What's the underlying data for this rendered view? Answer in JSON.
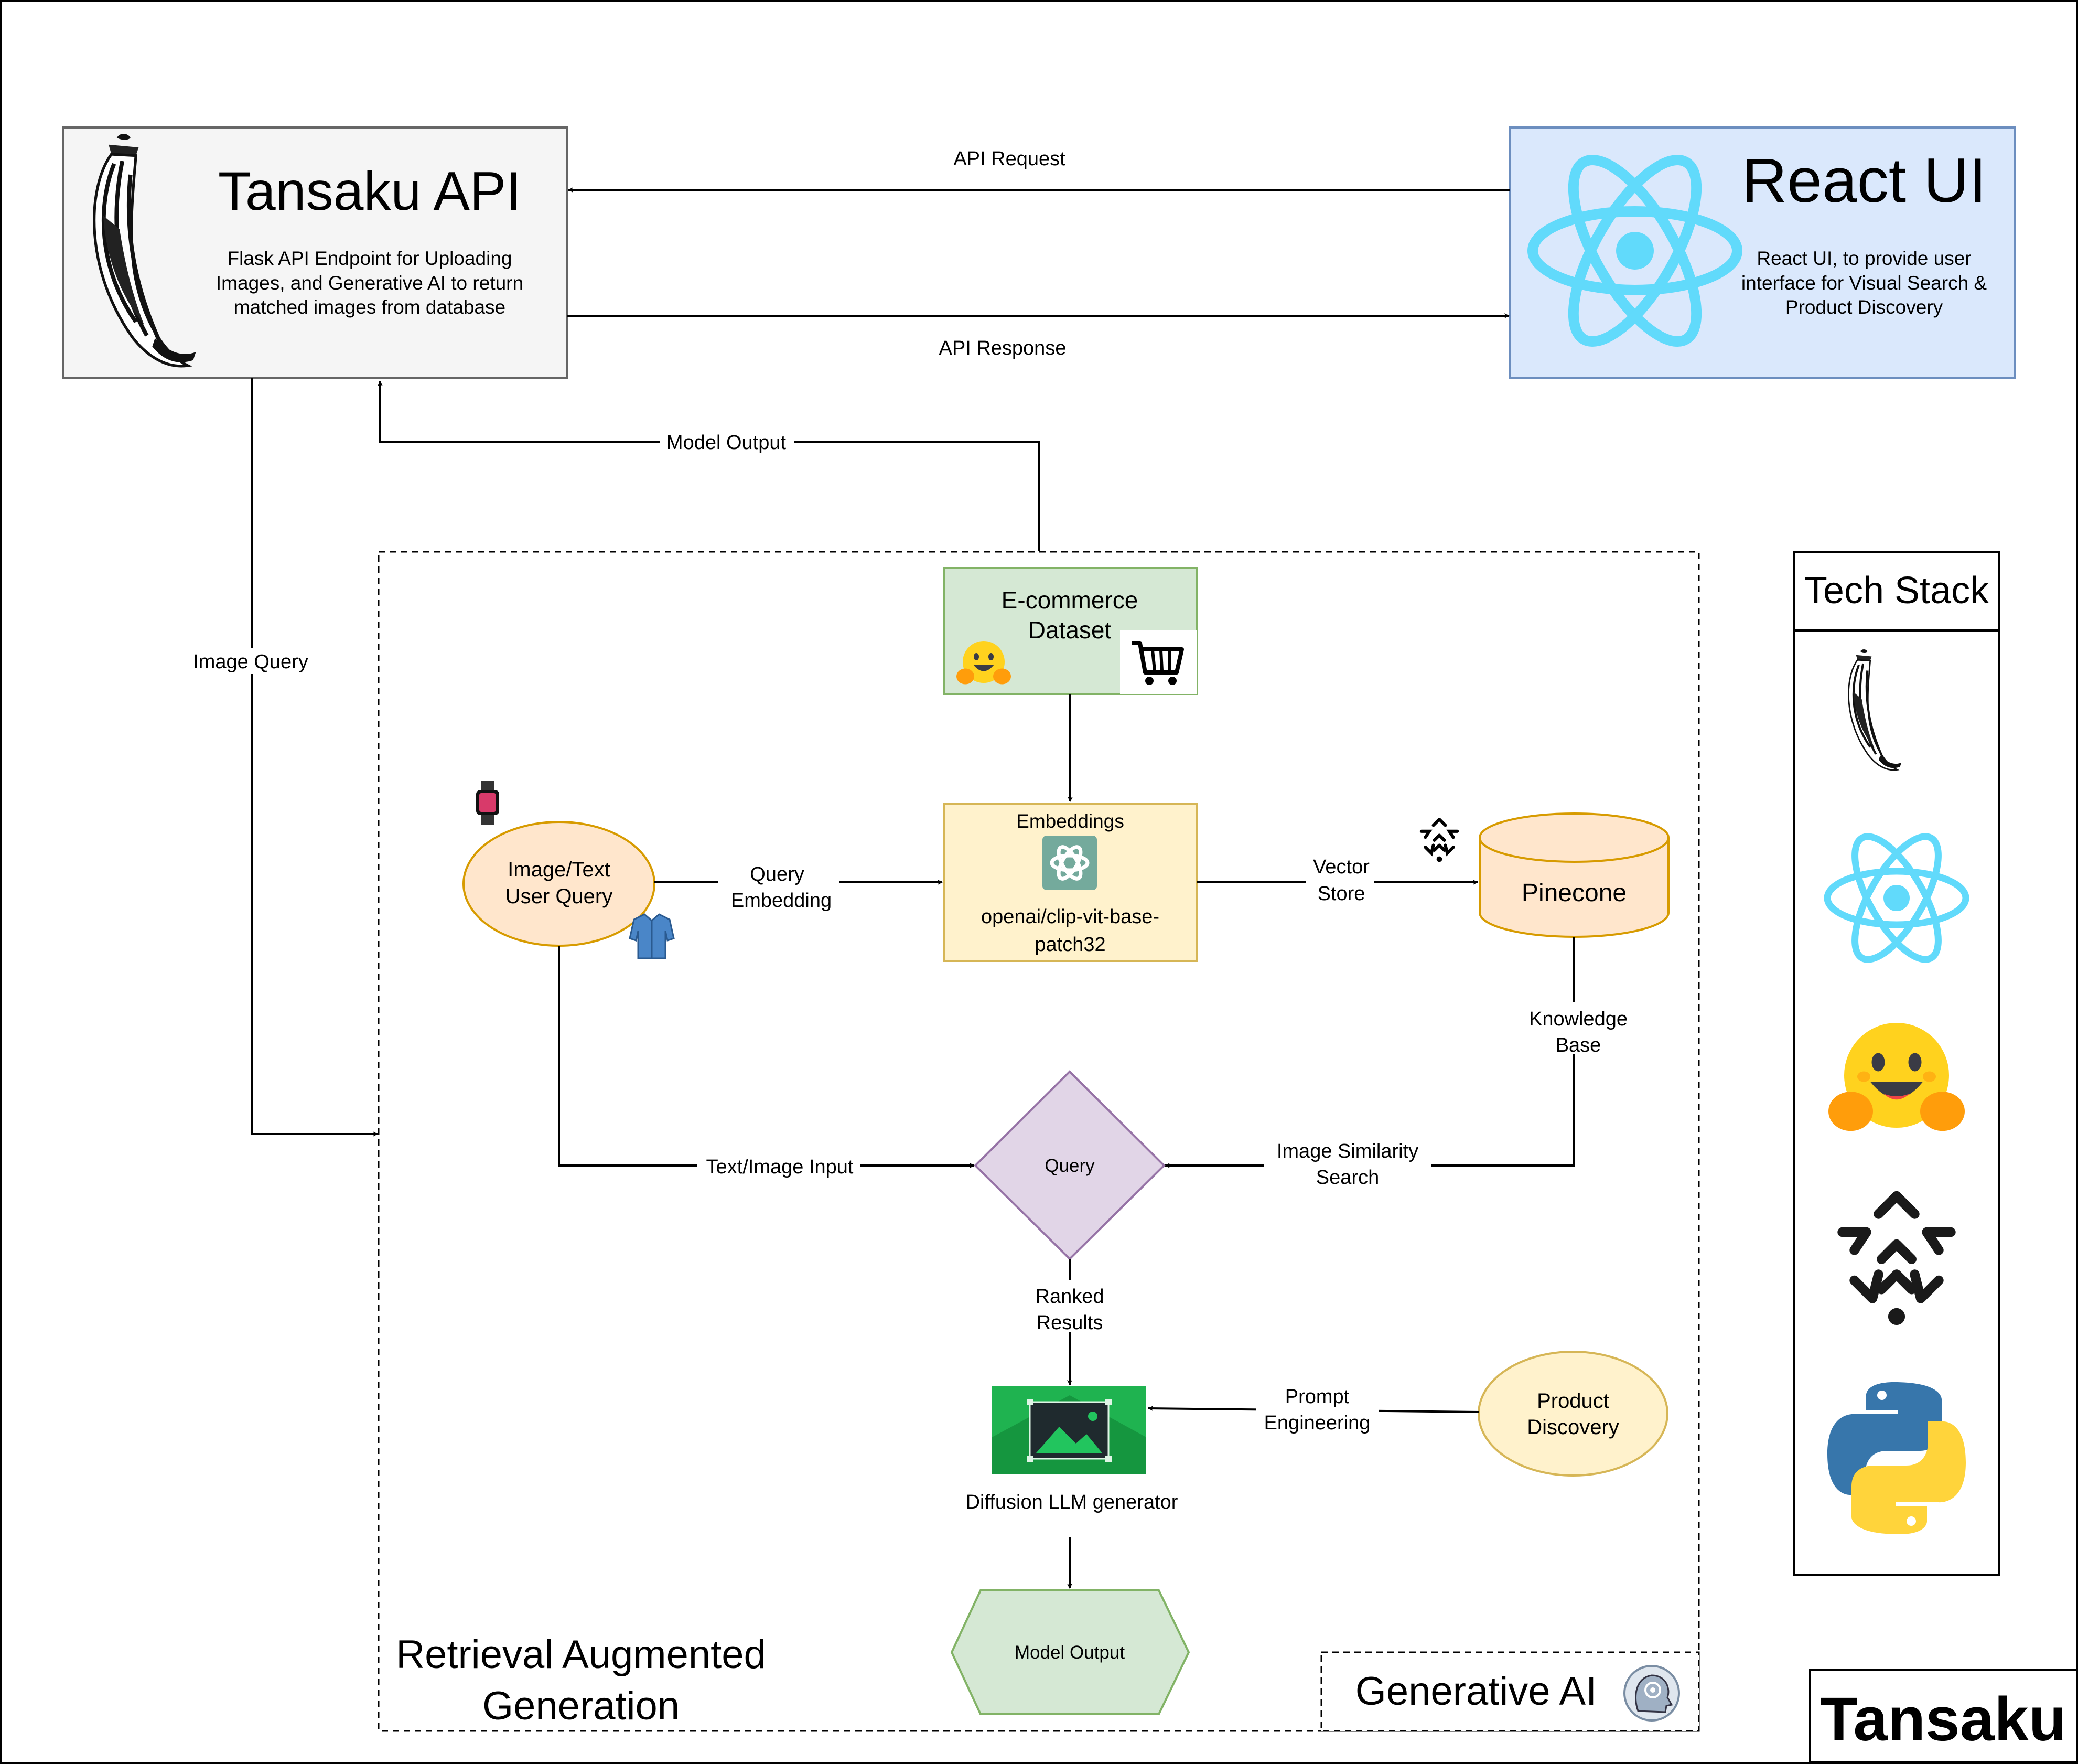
{
  "api_box": {
    "title": "Tansaku API",
    "desc_lines": [
      "Flask API Endpoint for Uploading",
      "Images, and Generative AI to return",
      "matched images from database"
    ]
  },
  "react_box": {
    "title": "React UI",
    "desc_lines": [
      "React UI, to provide user",
      "interface for Visual Search &",
      "Product Discovery"
    ]
  },
  "edges": {
    "api_request": "API Request",
    "api_response": "API Response",
    "model_output_top": "Model Output",
    "image_query": "Image Query",
    "query_embedding": [
      "Query",
      "Embedding"
    ],
    "vector_store": [
      "Vector",
      "Store"
    ],
    "knowledge_base": [
      "Knowledge",
      "Base"
    ],
    "text_image_input": "Text/Image Input",
    "image_similarity": [
      "Image Similarity",
      "Search"
    ],
    "ranked_results": [
      "Ranked",
      "Results"
    ],
    "prompt_engineering": [
      "Prompt",
      "Engineering"
    ]
  },
  "nodes": {
    "ecommerce": [
      "E-commerce",
      "Dataset"
    ],
    "embeddings_title": "Embeddings",
    "embeddings_model": [
      "openai/clip-vit-base-",
      "patch32"
    ],
    "user_query": [
      "Image/Text",
      "User Query"
    ],
    "pinecone": "Pinecone",
    "query": "Query",
    "product_discovery": [
      "Product",
      "Discovery"
    ],
    "diffusion": "Diffusion LLM generator",
    "model_output": "Model Output"
  },
  "rag_label": [
    "Retrieval Augmented",
    "Generation"
  ],
  "genai_label": "Generative AI",
  "tech_stack": {
    "title": "Tech Stack",
    "icons": [
      "flask-horn-icon",
      "react-atom-icon",
      "hugging-face-icon",
      "pinecone-icon",
      "python-icon"
    ]
  },
  "brand": "Tansaku",
  "colors": {
    "api_fill": "#f5f5f5",
    "react_fill": "#dae8fc",
    "react_stroke": "#6c8ebf",
    "react_logo": "#61dafb",
    "ecommerce_fill": "#d5e8d4",
    "ecommerce_stroke": "#82b366",
    "embeddings_fill": "#fff2cc",
    "embeddings_stroke": "#d6b656",
    "user_query_fill": "#ffe6cc",
    "user_query_stroke": "#d79b00",
    "query_fill": "#e1d5e7",
    "query_stroke": "#9673a6",
    "diffusion_green": "#1fb350",
    "output_fill": "#d5e8d4",
    "openai_green": "#74aa9c"
  }
}
